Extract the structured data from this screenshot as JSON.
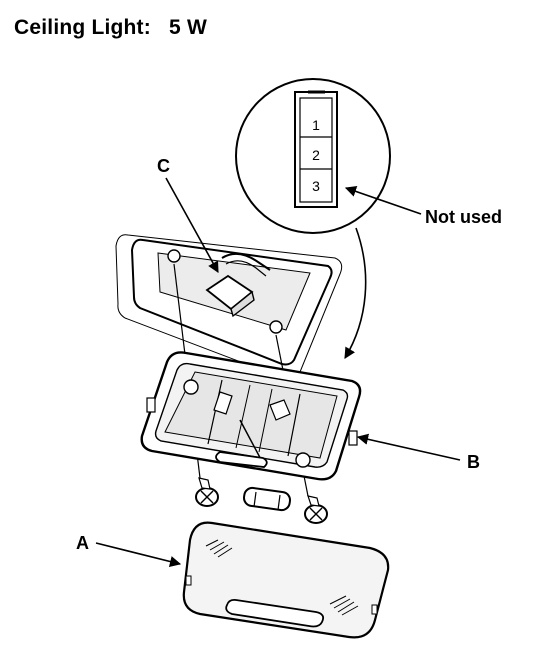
{
  "title": "Ceiling Light:   5 W",
  "labels": {
    "c": "C",
    "not_used": "Not used",
    "b": "B",
    "a": "A"
  },
  "connector_pins": [
    "1",
    "2",
    "3"
  ]
}
